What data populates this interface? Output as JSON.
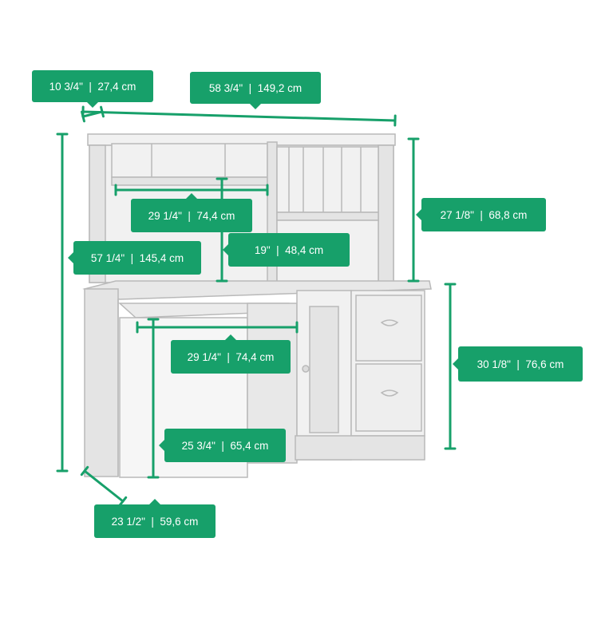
{
  "colors": {
    "accent": "#17a06a",
    "furniture_line": "#b9b9b9",
    "furniture_fill": "#f1f1f1",
    "furniture_shade": "#e4e4e4",
    "background": "#ffffff"
  },
  "dimensions": {
    "hutch_depth": "10 3/4\"  |  27,4 cm",
    "overall_width": "58 3/4\"  |  149,2 cm",
    "overall_height": "57 1/4\"  |  145,4 cm",
    "hutch_inner_width": "29 1/4\"  |  74,4 cm",
    "hutch_opening_height": "19\"  |  48,4 cm",
    "hutch_height": "27 1/8\"  |  68,8 cm",
    "desk_height": "30 1/8\"  |  76,6 cm",
    "knee_width": "29 1/4\"  |  74,4 cm",
    "knee_height": "25 3/4\"  |  65,4 cm",
    "desk_depth": "23 1/2\"  |  59,6 cm"
  }
}
